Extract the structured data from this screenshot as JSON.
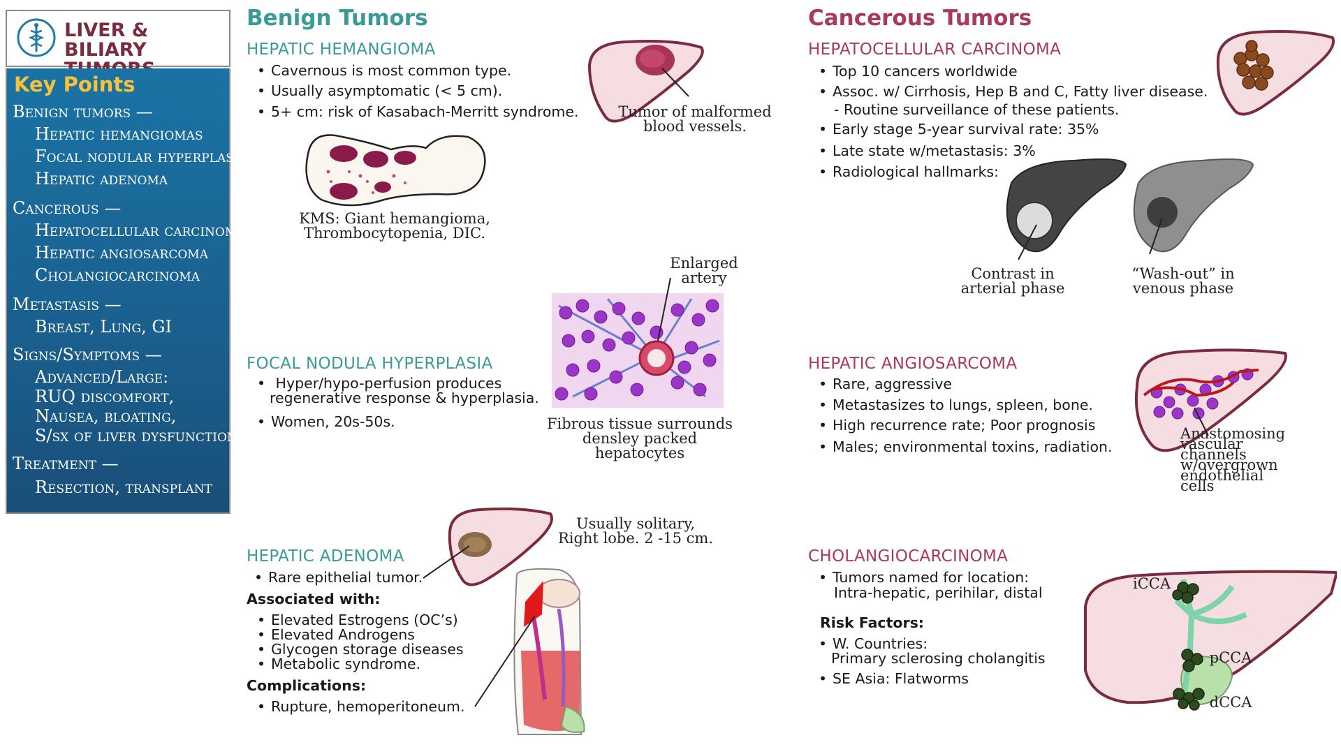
{
  "sidebar": {
    "title_line1": "LIVER & BILIARY",
    "title_line2": "TUMORS",
    "key_points_title": "Key Points",
    "items": [
      "Benign tumors —",
      "Hepatic hemangiomas",
      "Focal nodular hyperplasia",
      "Hepatic adenoma",
      "Cancerous  —",
      "Hepatocellular carcinoma",
      "Hepatic angiosarcoma",
      "Cholangiocarcinoma",
      "Metastasis —",
      "Breast, Lung, GI",
      "Signs/Symptoms —",
      "Advanced/Large:",
      "RUQ discomfort,",
      "Nausea, bloating,",
      "S/sx of liver dysfunction.",
      "Treatment —",
      "Resection, transplant"
    ]
  },
  "benign": {
    "title": "Benign Tumors",
    "hemangioma": {
      "title": "HEPATIC HEMANGIOMA",
      "bullets": [
        "Cavernous is most common type.",
        "Usually asymptomatic (< 5 cm).",
        "5+ cm: risk of Kasabach-Merritt syndrome."
      ],
      "liver_label_1": "Tumor of malformed",
      "liver_label_2": "blood vessels.",
      "kms_label_1": "KMS: Giant hemangioma,",
      "kms_label_2": "Thrombocytopenia, DIC."
    },
    "fnh": {
      "title": "FOCAL NODULA HYPERPLASIA",
      "bullet1_line1": "Hyper/hypo-perfusion produces",
      "bullet1_line2": "regenerative response & hyperplasia.",
      "bullet2": "Women, 20s-50s.",
      "artery_label_1": "Enlarged",
      "artery_label_2": "artery",
      "tissue_label_1": "Fibrous tissue surrounds",
      "tissue_label_2": "densley packed hepatocytes"
    },
    "adenoma": {
      "title": "HEPATIC ADENOMA",
      "bullet": "Rare epithelial tumor.",
      "associated_title": "Associated with:",
      "associated": [
        "Elevated Estrogens (OC’s)",
        "Elevated Androgens",
        "Glycogen storage diseases",
        "Metabolic syndrome."
      ],
      "complications_title": "Complications:",
      "complication": "Rupture, hemoperitoneum.",
      "solitary_label_1": "Usually solitary,",
      "solitary_label_2": "Right lobe. 2 -15 cm."
    }
  },
  "cancer": {
    "title": "Cancerous Tumors",
    "hcc": {
      "title": "HEPATOCELLULAR CARCINOMA",
      "bullet1": "Top 10 cancers worldwide",
      "bullet2": "Assoc. w/ Cirrhosis, Hep B and C, Fatty liver disease.",
      "sub": "-  Routine surveillance of these patients.",
      "bullet3": "Early stage 5-year survival rate:  35%",
      "bullet4": "Late state w/metastasis: 3%",
      "bullet5": "Radiological hallmarks:",
      "arterial_1": "Contrast in",
      "arterial_2": "arterial phase",
      "venous_1": "“Wash-out” in",
      "venous_2": "venous phase"
    },
    "angiosarcoma": {
      "title": "HEPATIC ANGIOSARCOMA",
      "bullets": [
        "Rare, aggressive",
        "Metastasizes to lungs, spleen, bone.",
        "High recurrence rate; Poor prognosis",
        "Males; environmental toxins, radiation."
      ],
      "label_1": "Anastomosing",
      "label_2": "vascular channels",
      "label_3": "w/overgrown",
      "label_4": "endothelial cells"
    },
    "cholangio": {
      "title": "CHOLANGIOCARCINOMA",
      "bullet1_line1": "Tumors named for location:",
      "bullet1_line2": "Intra-hepatic, perihilar, distal",
      "risk_title": "Risk Factors:",
      "risk1_line1": "W. Countries:",
      "risk1_line2": "Primary sclerosing cholangitis",
      "risk2": "SE Asia: Flatworms",
      "icca": "iCCA",
      "pcca": "pCCA",
      "dcca": "dCCA"
    }
  },
  "colors": {
    "teal": "#3a9a96",
    "wine": "#a83a5a",
    "sidebar_blue": "#1a5f8e",
    "key_yellow": "#f7c23a",
    "liver_pink": "#f6dde2",
    "liver_outline": "#7a2c3c"
  }
}
